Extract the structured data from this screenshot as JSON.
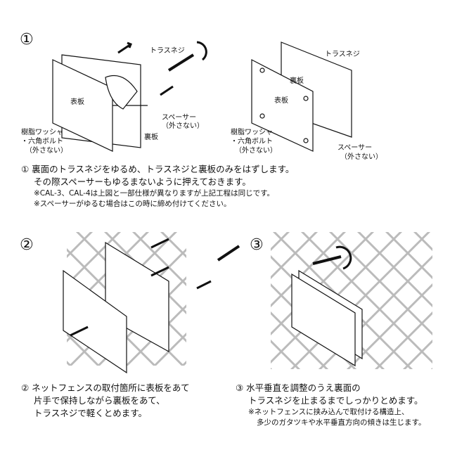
{
  "steps": [
    {
      "number": "①",
      "labels": {
        "screw": "トラスネジ",
        "front_plate": "表板",
        "back_plate": "裏板",
        "spacer_1": "スペーサー",
        "spacer_2": "（外さない）",
        "washer_1": "樹脂ワッシャ",
        "washer_2": "・六角ボルト",
        "washer_3": "（外さない）"
      },
      "text": [
        "① 裏面のトラスネジをゆるめ、トラスネジと裏板のみをはずします。",
        "その際スペーサーもゆるまないように押えておきます。"
      ],
      "notes": [
        "※CAL-3、CAL-4は上図と一部仕様が異なりますが上記工程は同じです。",
        "※スペーサーがゆるむ場合はこの時に締め付けてください。"
      ]
    },
    {
      "number": "②",
      "text": [
        "② ネットフェンスの取付箇所に表板をあて",
        "片手で保持しながら裏板をあて、",
        "トラスネジで軽くとめます。"
      ]
    },
    {
      "number": "③",
      "text": [
        "③ 水平垂直を調整のうえ裏面の",
        "トラスネジを止まるまでしっかりとめます。"
      ],
      "notes": [
        "※ネットフェンスに挟み込んで取付ける構造上、",
        "多少のガタツキや水平垂直方向の傾きは生じます。"
      ]
    }
  ]
}
